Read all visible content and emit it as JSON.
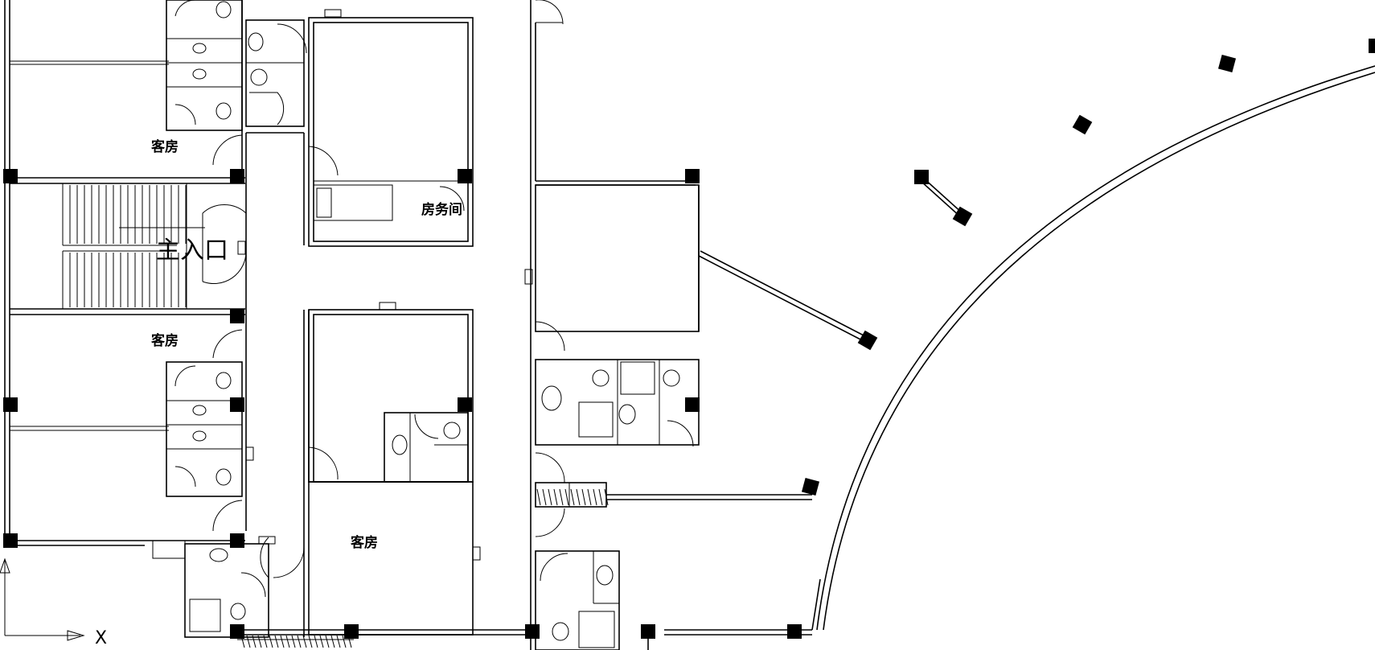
{
  "labels": {
    "guest_room_1": "客房",
    "guest_room_2": "客房",
    "guest_room_3": "客房",
    "housekeeping": "房务间",
    "main_entrance": "主入口",
    "axis_x": "X"
  }
}
